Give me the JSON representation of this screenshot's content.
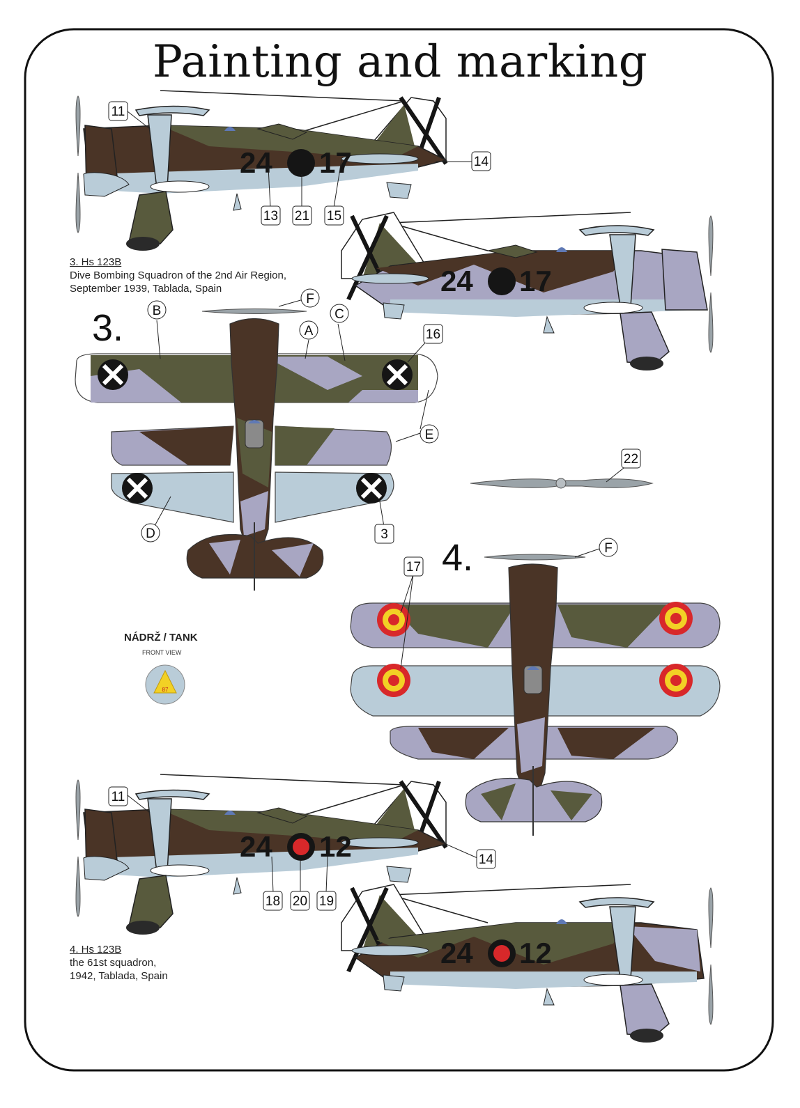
{
  "title": "Painting and marking",
  "scheme3": {
    "number": "3.",
    "name": "3. Hs 123B",
    "caption_line1": "Dive Bombing Squadron of the 2nd Air Region,",
    "caption_line2": "September 1939, Tablada, Spain",
    "code_left": "24",
    "code_right": "17",
    "callouts_side_top": [
      "11",
      "14",
      "13",
      "21",
      "15"
    ],
    "callouts_plan": [
      "A",
      "B",
      "C",
      "D",
      "E",
      "F",
      "3",
      "16"
    ]
  },
  "scheme4": {
    "number": "4.",
    "name": "4. Hs 123B",
    "caption_line1": "the 61st squadron,",
    "caption_line2": "1942, Tablada, Spain",
    "code_left": "24",
    "code_right": "12",
    "callouts_side": [
      "11",
      "14",
      "18",
      "20",
      "19"
    ],
    "callouts_plan": [
      "17",
      "F"
    ]
  },
  "propeller_callout": "22",
  "tank": {
    "title": "NÁDRŽ / TANK",
    "subtitle": "FRONT VIEW",
    "badge": "87"
  },
  "colors": {
    "olive": "#585a3d",
    "brown": "#4a3426",
    "lightblue": "#b9ccd8",
    "lilac": "#a8a6c2",
    "black": "#151515",
    "red": "#d8282a",
    "yellow": "#f2d125"
  }
}
